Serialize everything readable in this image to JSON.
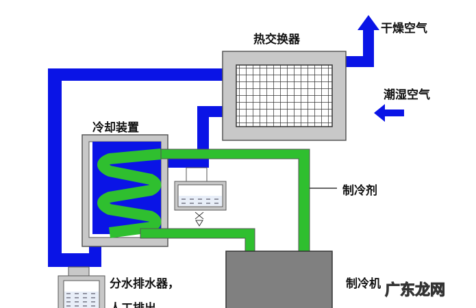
{
  "labels": {
    "heat_exchanger": "热交换器",
    "dry_air": "干燥空气",
    "humid_air": "潮湿空气",
    "cooling_device": "冷却装置",
    "refrigerant": "制冷剂",
    "refrigerator": "制冷机",
    "drain_line1": "分水排水器，",
    "drain_line2": "人工排出"
  },
  "watermark": "广东龙网",
  "colors": {
    "air_pipe": "#0a14e6",
    "refrigerant_pipe": "#2fbf2f",
    "equipment": "#808080",
    "frame": "#c8c8c8"
  }
}
